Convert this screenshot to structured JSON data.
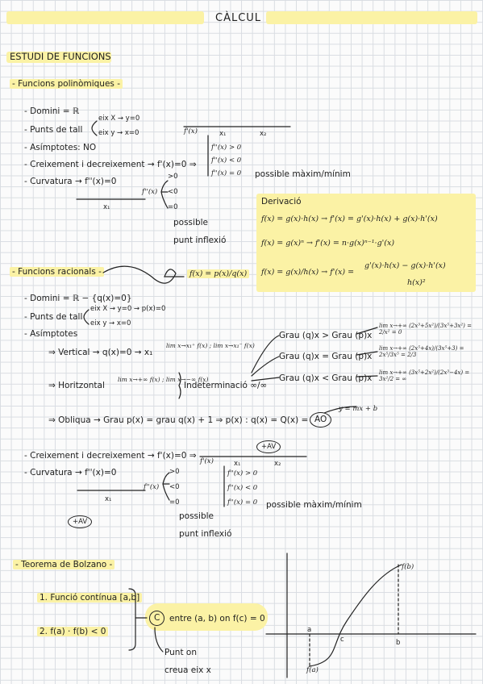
{
  "title": "CÀLCUL",
  "heading": "ESTUDI DE FUNCIONS",
  "poly": {
    "section": "- Funcions polinòmiques -",
    "domini": "- Domini = ℝ",
    "punts_tall": "- Punts de tall",
    "tall_x": "eix X → y=0",
    "tall_y": "eix y → x=0",
    "asimptotes": "- Asímptotes: NO",
    "creixement": "- Creixement i decreixement → f'(x)=0 ⇒",
    "curvatura": "- Curvatura → f''(x)=0",
    "table_f": "f'(x)",
    "table_x1": "x₁",
    "table_x2": "x₂",
    "cond1": "f''(x) > 0",
    "cond2": "f''(x) < 0",
    "cond3": "f''(x) = 0",
    "max_min": "possible màxim/mínim",
    "curv_f": "f''(x)",
    "gt0": ">0",
    "lt0": "<0",
    "eq0": "=0",
    "curv_x1": "x₁",
    "inflexio1": "possible",
    "inflexio2": "punt inflexió"
  },
  "derivacio": {
    "title": "Derivació",
    "rule1": "f(x) = g(x)·h(x) → f'(x) = g'(x)·h(x) + g(x)·h'(x)",
    "rule2": "f(x) = g(x)ⁿ → f'(x) = n·g(x)ⁿ⁻¹·g'(x)",
    "rule3_lhs": "f(x) = g(x)/h(x) → f'(x) =",
    "rule3_num": "g'(x)·h(x) − g(x)·h'(x)",
    "rule3_den": "h(x)²"
  },
  "racional": {
    "section": "- Funcions racionals -",
    "fx": "f(x) = p(x)/q(x)",
    "domini": "- Domini = ℝ − {q(x)=0}",
    "punts_tall": "- Punts de tall",
    "tall_x": "eix X → y=0 → p(x)=0",
    "tall_y": "eix y → x=0",
    "asimptotes": "- Asímptotes",
    "vertical": "⇒ Vertical → q(x)=0 → x₁",
    "vert_lims": "lim x→x₁⁺ f(x) ; lim x→x₁⁻ f(x)",
    "horitzontal": "⇒ Horitzontal",
    "hor_lims": "lim x→+∞ f(x) ; lim x→−∞ f(x)",
    "indeterminacio": "Indeterminació ∞/∞",
    "grau1": "Grau (q)x > Grau (p)x",
    "grau2": "Grau (q)x = Grau (p)x",
    "grau3": "Grau (q)x < Grau (p)x",
    "lim1": "lim x→+∞ (2x³+5x²)/(3x⁵+3x²) = 2/x² = 0",
    "lim2": "lim x→+∞ (2x⁵+4x)/(3x⁵+3) = 2x⁵/3x⁵ = 2/3",
    "lim3": "lim x→+∞ (3x⁵+2x²)/(2x³−4x) = 3x²/2 = ∞",
    "obliqua": "⇒ Obliqua → Grau p(x) = grau q(x) + 1 ⇒ p(x) : q(x) = Q(x) =",
    "ao": "AO",
    "ao_eq": "y = mx + b",
    "creixement": "- Creixement i decreixement → f'(x)=0 ⇒",
    "curvatura": "- Curvatura → f''(x)=0",
    "av": "+AV",
    "table_f": "f'(x)",
    "table_x1": "x₁",
    "table_x2": "x₂",
    "cond1": "f''(x) > 0",
    "cond2": "f''(x) < 0",
    "cond3": "f''(x) = 0",
    "max_min": "possible màxim/mínim",
    "curv_f": "f''(x)",
    "gt0": ">0",
    "lt0": "<0",
    "eq0": "=0",
    "curv_x1": "x₁",
    "inflexio1": "possible",
    "inflexio2": "punt inflexió"
  },
  "bolzano": {
    "section": "- Teorema de Bolzano -",
    "cond1": "1. Funció contínua [a,b]",
    "cond2": "2. f(a) · f(b) < 0",
    "c": "C",
    "entre": "entre (a, b) on f(c) = 0",
    "punt1": "Punt on",
    "punt2": "creua eix x",
    "fb": "f(b)",
    "fa": "f(a)",
    "a": "a",
    "b": "b",
    "c_label": "c"
  },
  "colors": {
    "highlight": "#fbf2a5",
    "ink": "#1e1e1e",
    "grid": "#d9dde2"
  }
}
